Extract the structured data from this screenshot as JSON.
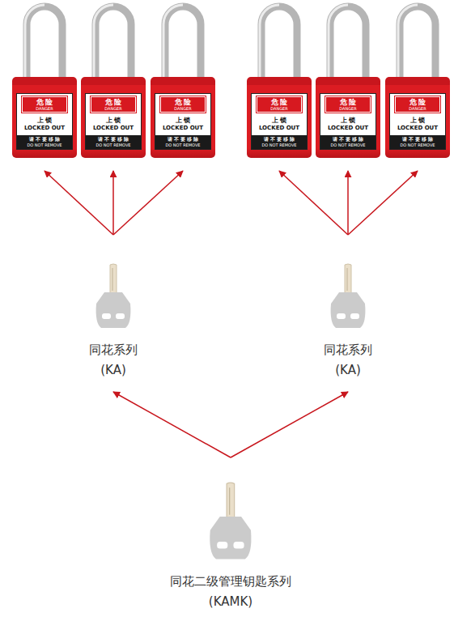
{
  "diagram": {
    "nodes": [
      {
        "text": [
          "危 险",
          "DANGER",
          "上 锁",
          "LOCKED OUT",
          "请 不 要 移 除",
          "DO NOT REMOVE"
        ]
      },
      {
        "text": [
          "危 险",
          "DANGER",
          "上 锁",
          "LOCKED OUT",
          "请 不 要 移 除",
          "DO NOT REMOVE"
        ]
      },
      {
        "text": [
          "危 险",
          "DANGER",
          "上 锁",
          "LOCKED OUT",
          "请 不 要 移 除",
          "DO NOT REMOVE"
        ]
      },
      {
        "text": [
          "危 险",
          "DANGER",
          "上 锁",
          "LOCKED OUT",
          "请 不 要 移 除",
          "DO NOT REMOVE"
        ]
      },
      {
        "text": [
          "危 险",
          "DANGER",
          "上 锁",
          "LOCKED OUT",
          "请 不 要 移 除",
          "DO NOT REMOVE"
        ]
      },
      {
        "text": [
          "危 险",
          "DANGER",
          "上 锁",
          "LOCKED OUT",
          "请 不 要 移 除",
          "DO NOT REMOVE"
        ]
      },
      {
        "text": [
          "同花系列",
          "(KA)"
        ]
      },
      {
        "text": [
          "同花系列",
          "(KA)"
        ]
      },
      {
        "text": [
          "同花二级管理钥匙系列",
          "(KAMK)"
        ]
      }
    ],
    "edges": [
      {
        "from": 6,
        "to": 0,
        "arrow": "to"
      },
      {
        "from": 6,
        "to": 1,
        "arrow": "to"
      },
      {
        "from": 6,
        "to": 2,
        "arrow": "to"
      },
      {
        "from": 7,
        "to": 3,
        "arrow": "to"
      },
      {
        "from": 7,
        "to": 4,
        "arrow": "to"
      },
      {
        "from": 7,
        "to": 5,
        "arrow": "to"
      },
      {
        "from": 8,
        "to": 6,
        "arrow": "to"
      },
      {
        "from": 8,
        "to": 7,
        "arrow": "to"
      }
    ]
  }
}
